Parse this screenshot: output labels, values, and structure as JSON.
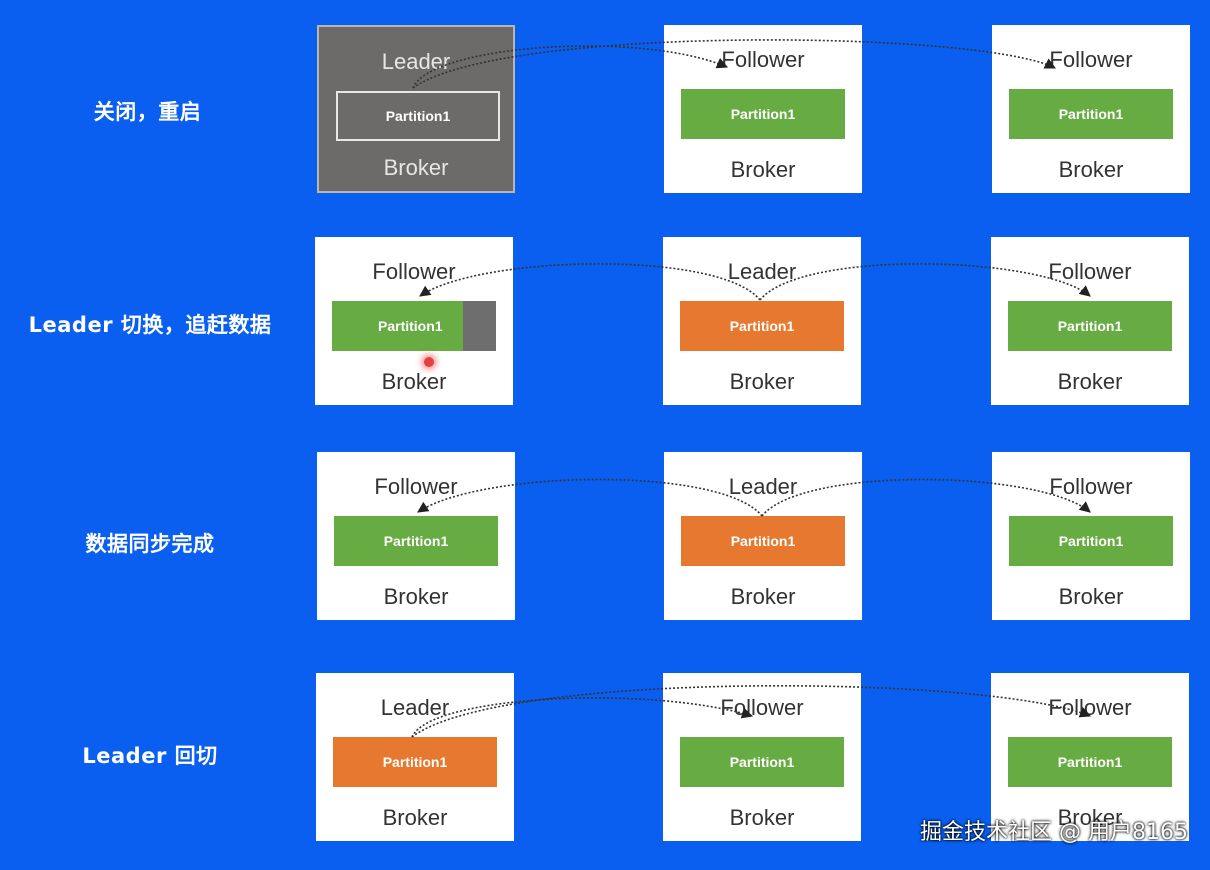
{
  "rows": [
    {
      "label": "关闭，重启",
      "brokers": [
        {
          "role": "Leader",
          "partition": "Partition1",
          "name": "Broker",
          "state": "down",
          "partition_color": "gray"
        },
        {
          "role": "Follower",
          "partition": "Partition1",
          "name": "Broker",
          "state": "up",
          "partition_color": "green"
        },
        {
          "role": "Follower",
          "partition": "Partition1",
          "name": "Broker",
          "state": "up",
          "partition_color": "green"
        }
      ]
    },
    {
      "label": "Leader 切换，追赶数据",
      "brokers": [
        {
          "role": "Follower",
          "partition": "Partition1",
          "name": "Broker",
          "state": "up",
          "partition_color": "green"
        },
        {
          "role": "Leader",
          "partition": "Partition1",
          "name": "Broker",
          "state": "up",
          "partition_color": "orange"
        },
        {
          "role": "Follower",
          "partition": "Partition1",
          "name": "Broker",
          "state": "up",
          "partition_color": "green"
        }
      ]
    },
    {
      "label": "数据同步完成",
      "brokers": [
        {
          "role": "Follower",
          "partition": "Partition1",
          "name": "Broker",
          "state": "up",
          "partition_color": "green"
        },
        {
          "role": "Leader",
          "partition": "Partition1",
          "name": "Broker",
          "state": "up",
          "partition_color": "orange"
        },
        {
          "role": "Follower",
          "partition": "Partition1",
          "name": "Broker",
          "state": "up",
          "partition_color": "green"
        }
      ]
    },
    {
      "label": "Leader 回切",
      "brokers": [
        {
          "role": "Leader",
          "partition": "Partition1",
          "name": "Broker",
          "state": "up",
          "partition_color": "orange"
        },
        {
          "role": "Follower",
          "partition": "Partition1",
          "name": "Broker",
          "state": "up",
          "partition_color": "green"
        },
        {
          "role": "Follower",
          "partition": "Partition1",
          "name": "Broker",
          "state": "up",
          "partition_color": "green"
        }
      ]
    }
  ],
  "watermark": "掘金技术社区 @ 用户8165",
  "colors": {
    "background": "#0b5ff0",
    "leader_partition": "#e7782f",
    "follower_partition": "#67ab43",
    "down_broker": "#6c6b69"
  }
}
